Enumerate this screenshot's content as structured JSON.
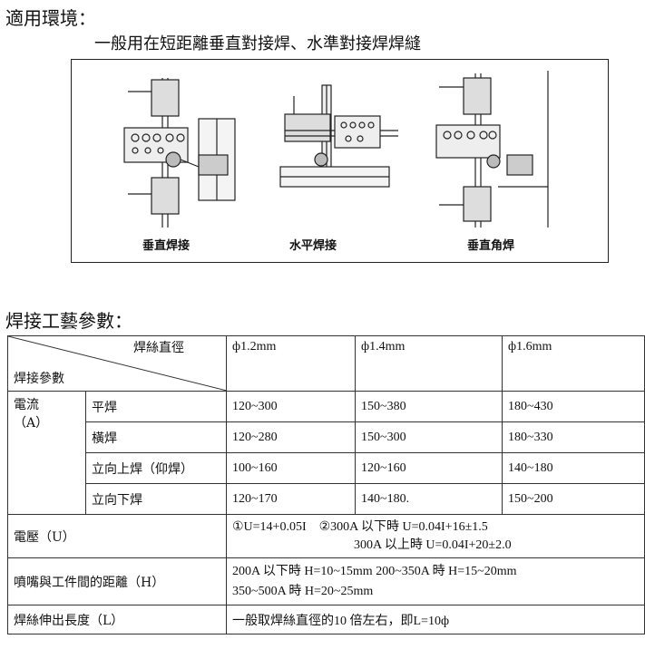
{
  "section1": {
    "title": "適用環境：",
    "subtitle": "一般用在短距離垂直對接焊、水準對接焊焊縫",
    "captions": [
      "垂直焊接",
      "水平焊接",
      "垂直角焊"
    ]
  },
  "section2": {
    "title": "焊接工藝參數：",
    "table": {
      "diag_top": "焊絲直徑",
      "diag_bottom": "焊接參數",
      "diameters": [
        "ф1.2mm",
        "ф1.4mm",
        "ф1.6mm"
      ],
      "current_label": "電流",
      "current_unit": "（A）",
      "current_rows": [
        {
          "label": "平焊",
          "values": [
            "120~300",
            "150~380",
            "180~430"
          ]
        },
        {
          "label": "橫焊",
          "values": [
            "120~280",
            "150~300",
            "180~330"
          ]
        },
        {
          "label": "立向上焊（仰焊）",
          "values": [
            "100~160",
            "120~160",
            "140~180"
          ]
        },
        {
          "label": "立向下焊",
          "values": [
            "120~170",
            "140~180.",
            "150~200"
          ]
        }
      ],
      "voltage": {
        "label": "電壓（U）",
        "line1": "①U=14+0.05I　②300A 以下時 U=0.04I+16±1.5",
        "line2": "300A 以上時 U=0.04I+20±2.0"
      },
      "distance": {
        "label": "噴嘴與工件間的距離（H）",
        "line1": "200A 以下時 H=10~15mm 200~350A 時 H=15~20mm",
        "line2": "350~500A 時 H=20~25mm"
      },
      "stickout": {
        "label": "焊絲伸出長度（L）",
        "value": "一般取焊絲直徑的10 倍左右，即L=10ф"
      }
    }
  }
}
